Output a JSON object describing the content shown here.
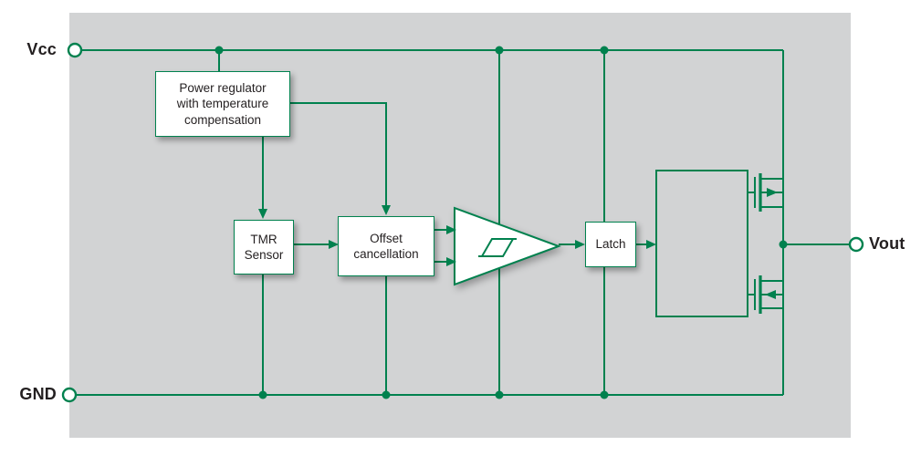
{
  "terminals": {
    "vcc": "Vcc",
    "gnd": "GND",
    "vout": "Vout"
  },
  "blocks": {
    "power_regulator": "Power regulator\nwith temperature\ncompensation",
    "tmr_sensor": "TMR\nSensor",
    "offset_cancellation": "Offset\ncancellation",
    "latch": "Latch"
  },
  "symbols": {
    "comparator": "comparator-hysteresis-icon",
    "high_side_transistor": "high-side-mosfet-icon",
    "low_side_transistor": "low-side-mosfet-icon",
    "pins": "terminal-pin-circle-icon",
    "junctions": "junction-dot-icon"
  },
  "colors": {
    "green": "#00814E",
    "chip_body": "#D2D3D4",
    "block_fill": "#FFFFFF",
    "label_text": "#231F20"
  }
}
